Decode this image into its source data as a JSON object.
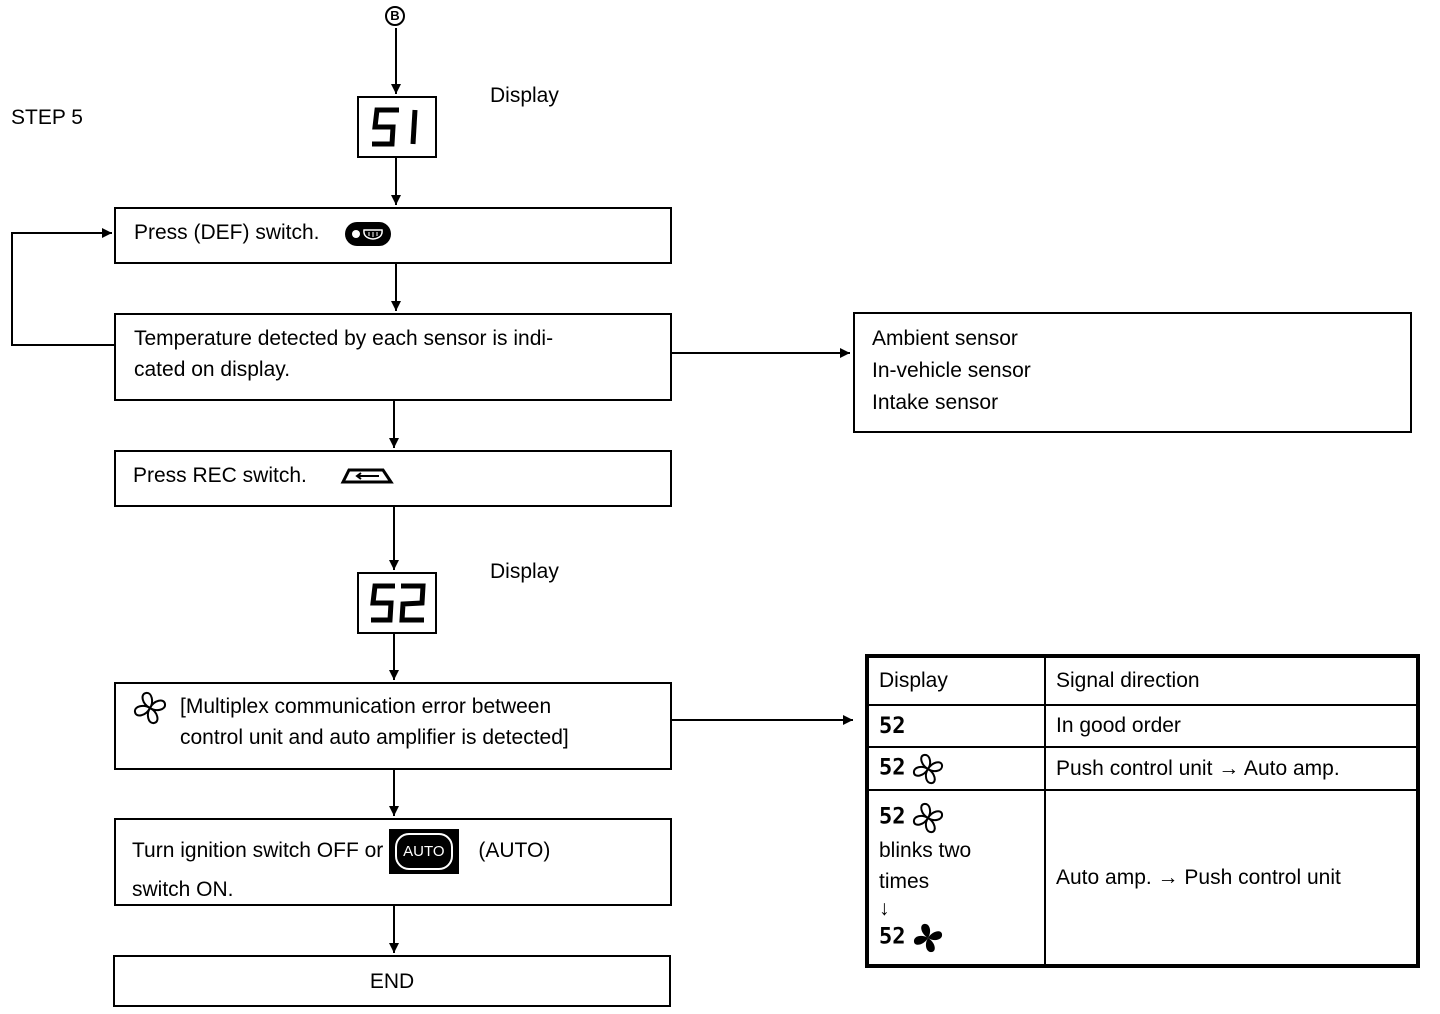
{
  "connector_label": "B",
  "step_label": "STEP 5",
  "display_label": "Display",
  "display_codes": [
    "51",
    "52"
  ],
  "boxes": {
    "press_def": "Press (DEF) switch.",
    "temperature_line1": "Temperature detected by each sensor is indi-",
    "temperature_line2": "cated on display.",
    "press_rec": "Press REC switch.",
    "multiplex_line1": "[Multiplex communication error between",
    "multiplex_line2": "control unit and auto amplifier is detected]",
    "turn_line1_a": "Turn ignition switch OFF or",
    "turn_auto_badge": "AUTO",
    "turn_line1_b": "(AUTO)",
    "turn_line2": "switch ON.",
    "end": "END"
  },
  "sensors": [
    "Ambient sensor",
    "In-vehicle sensor",
    "Intake sensor"
  ],
  "signal_table": {
    "headers": [
      "Display",
      "Signal direction"
    ],
    "rows": [
      {
        "code": "52",
        "direction": "In good order"
      },
      {
        "code": "52",
        "direction": "Push control unit → Auto amp."
      },
      {
        "code": "52",
        "note_line1": "blinks two",
        "note_line2": "times",
        "arrow": "↓",
        "code_after": "52",
        "direction": "Auto amp. → Push control unit"
      }
    ]
  },
  "icons": [
    "fan-icon",
    "def-switch-icon",
    "rec-switch-icon",
    "auto-switch-icon"
  ]
}
